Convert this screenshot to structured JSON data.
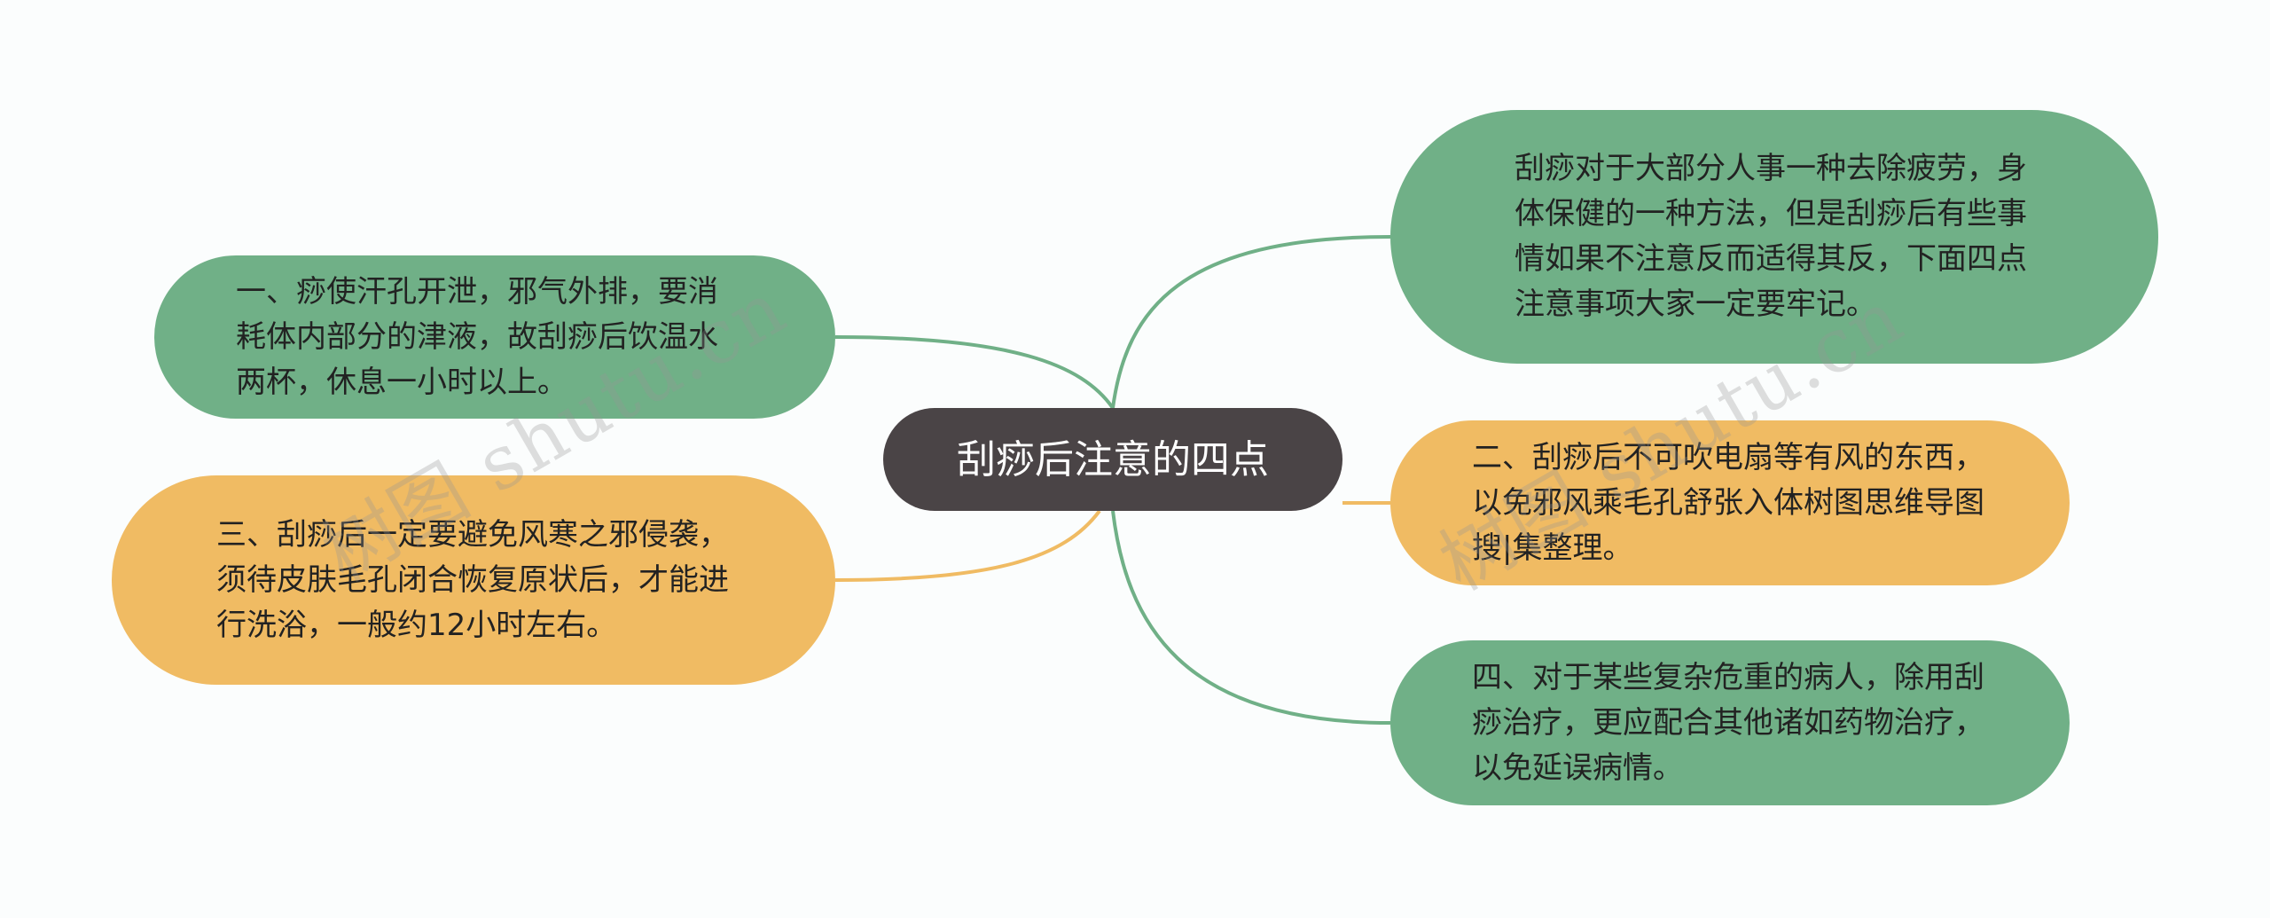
{
  "mindmap": {
    "center": {
      "label": "刮痧后注意的四点"
    },
    "branches": [
      {
        "id": "n0",
        "side": "right",
        "color": "#70b087",
        "text": "刮痧对于大部分人事一种去除疲劳，身体保健的一种方法，但是刮痧后有些事情如果不注意反而适得其反，下面四点注意事项大家一定要牢记。"
      },
      {
        "id": "n1",
        "side": "left",
        "color": "#70b087",
        "text": "一、痧使汗孔开泄，邪气外排，要消耗体内部分的津液，故刮痧后饮温水两杯，休息一小时以上。"
      },
      {
        "id": "n2",
        "side": "right",
        "color": "#f0bb63",
        "text": "二、刮痧后不可吹电扇等有风的东西，以免邪风乘毛孔舒张入体树图思维导图搜|集整理。"
      },
      {
        "id": "n3",
        "side": "left",
        "color": "#f0bb63",
        "text": "三、刮痧后一定要避免风寒之邪侵袭，须待皮肤毛孔闭合恢复原状后，才能进行洗浴，一般约12小时左右。"
      },
      {
        "id": "n4",
        "side": "right",
        "color": "#70b087",
        "text": "四、对于某些复杂危重的病人，除用刮痧治疗，更应配合其他诸如药物治疗，以免延误病情。"
      }
    ]
  },
  "watermarks": [
    "树图 shutu.cn",
    "树图 shutu.cn"
  ],
  "colors": {
    "center_bg": "#4a4446",
    "green": "#70b087",
    "orange": "#f0bb63",
    "background": "#fbfdfd"
  }
}
